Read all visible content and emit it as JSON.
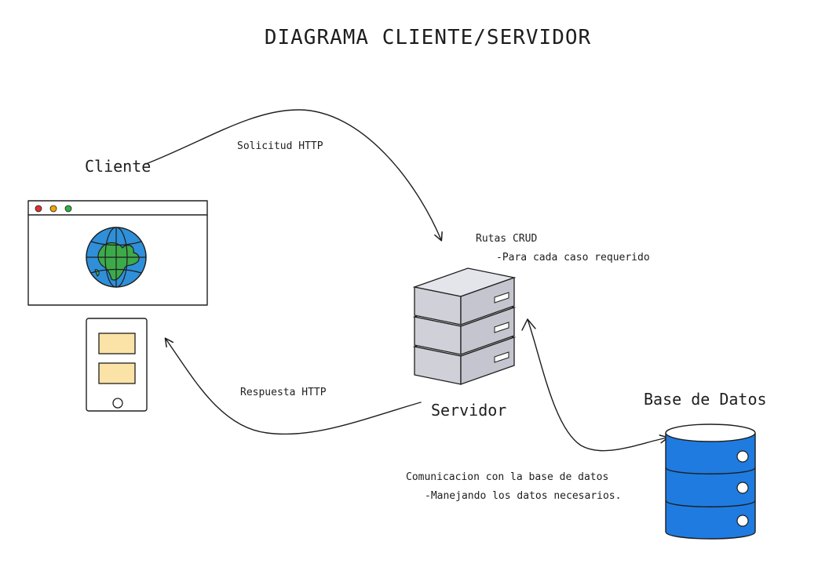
{
  "title": "DIAGRAMA CLIENTE/SERVIDOR",
  "labels": {
    "cliente": "Cliente",
    "solicitud": "Solicitud HTTP",
    "respuesta": "Respuesta HTTP",
    "rutas_title": "Rutas CRUD",
    "rutas_sub": "-Para cada caso requerido",
    "servidor": "Servidor",
    "base_datos": "Base de Datos",
    "comunicacion_title": "Comunicacion con la base de datos",
    "comunicacion_sub": "-Manejando los datos necesarios."
  },
  "icons": {
    "browser": "browser-window-icon",
    "globe": "globe-icon",
    "mobile": "mobile-device-icon",
    "server": "server-stack-icon",
    "database": "database-icon"
  },
  "colors": {
    "stroke": "#1e1e1e",
    "globe_ocean": "#2f8fd8",
    "globe_land": "#3daa4a",
    "mobile_cards": "#fbe3a8",
    "server": "#cfd0d8",
    "database": "#1f7be0",
    "dot_red": "#e03131",
    "dot_yellow": "#f0a800",
    "dot_green": "#2fb344"
  }
}
